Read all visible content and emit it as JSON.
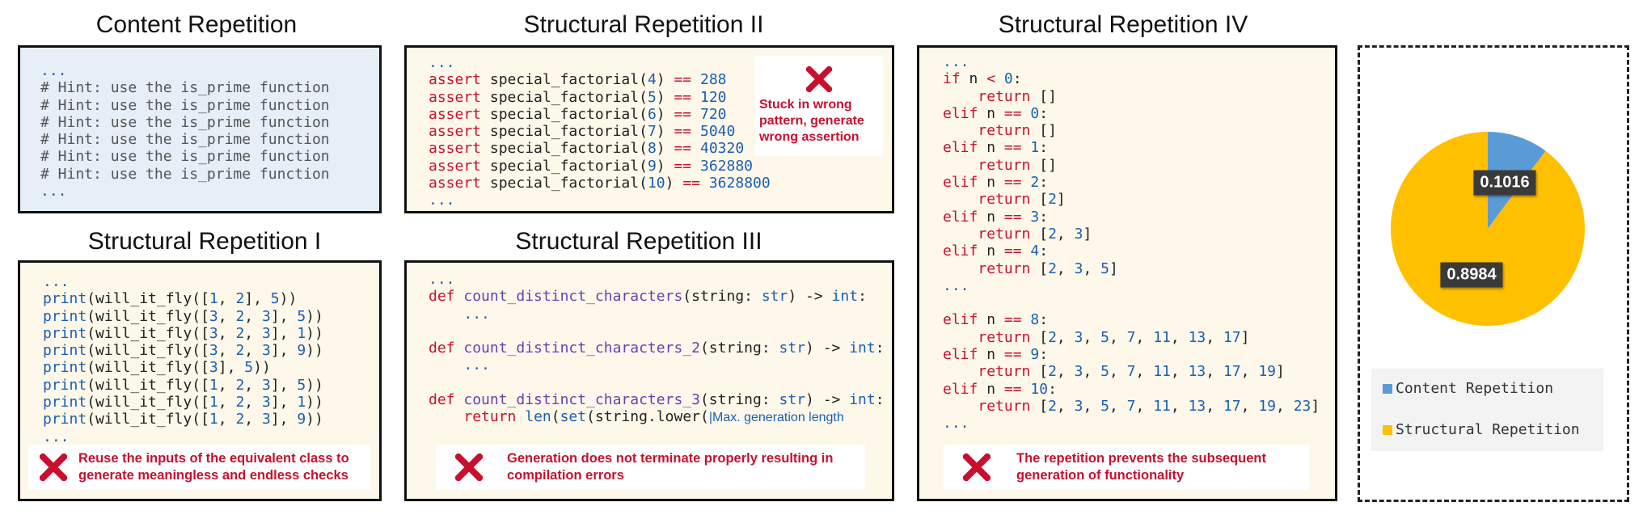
{
  "panels": {
    "content": {
      "title": "Content Repetition",
      "lines": [
        "...",
        "# Hint: use the is_prime function",
        "# Hint: use the is_prime function",
        "# Hint: use the is_prime function",
        "# Hint: use the is_prime function",
        "# Hint: use the is_prime function",
        "# Hint: use the is_prime function",
        "..."
      ]
    },
    "s1": {
      "title": "Structural Repetition I",
      "note": "Reuse the inputs of the equivalent class to generate meaningless and endless checks"
    },
    "s2": {
      "title": "Structural Repetition II",
      "note": "Stuck in wrong pattern, generate wrong assertion"
    },
    "s3": {
      "title": "Structural Repetition III",
      "note": "Generation does not terminate properly resulting in compilation errors",
      "cursor_note": "Max. generation length"
    },
    "s4": {
      "title": "Structural Repetition IV",
      "note": "The repetition prevents the subsequent generation of functionality"
    }
  },
  "chart_data": {
    "type": "pie",
    "slices": [
      {
        "name": "Content Repetition",
        "value": 0.1016,
        "label": "0.1016",
        "color": "#5b9bd5"
      },
      {
        "name": "Structural Repetition",
        "value": 0.8984,
        "label": "0.8984",
        "color": "#ffc000"
      }
    ],
    "legend_position": "bottom"
  }
}
